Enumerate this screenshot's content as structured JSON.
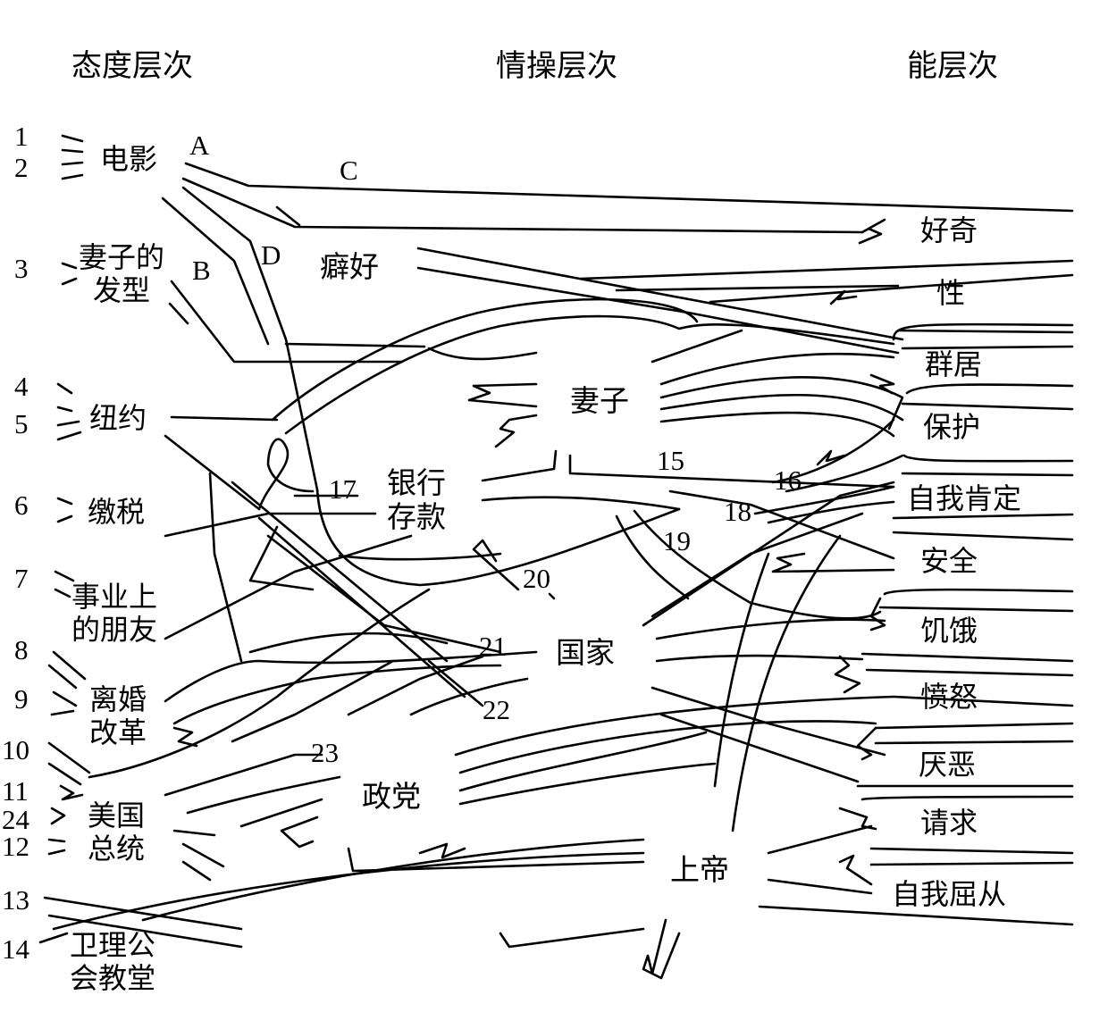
{
  "headers": {
    "attitude": "态度层次",
    "sentiment": "情操层次",
    "ergic": "能层次"
  },
  "attitudes": {
    "movie": "电影",
    "wife_hair": "妻子的\n发型",
    "newyork": "纽约",
    "tax": "缴税",
    "friends": "事业上\n的朋友",
    "divorce": "离婚\n改革",
    "president": "美国\n总统",
    "church": "卫理公\n会教堂"
  },
  "sentiments": {
    "hobby": "癖好",
    "wife": "妻子",
    "bank": "银行\n存款",
    "nation": "国家",
    "party": "政党",
    "god": "上帝"
  },
  "ergs": {
    "curiosity": "好奇",
    "sex": "性",
    "gregariousness": "群居",
    "protection": "保护",
    "self_assertion": "自我肯定",
    "security": "安全",
    "hunger": "饥饿",
    "anger": "愤怒",
    "disgust": "厌恶",
    "appeal": "请求",
    "submission": "自我屈从"
  },
  "letters": {
    "a": "A",
    "b": "B",
    "c": "C",
    "d": "D"
  },
  "left_numbers": {
    "n1": "1",
    "n2": "2",
    "n3": "3",
    "n4": "4",
    "n5": "5",
    "n6": "6",
    "n7": "7",
    "n8": "8",
    "n9": "9",
    "n10": "10",
    "n11": "11",
    "n24": "24",
    "n12": "12",
    "n13": "13",
    "n14": "14"
  },
  "inner_numbers": {
    "n15": "15",
    "n16": "16",
    "n17": "17",
    "n18": "18",
    "n19": "19",
    "n20": "20",
    "n21": "21",
    "n22": "22",
    "n23": "23"
  }
}
